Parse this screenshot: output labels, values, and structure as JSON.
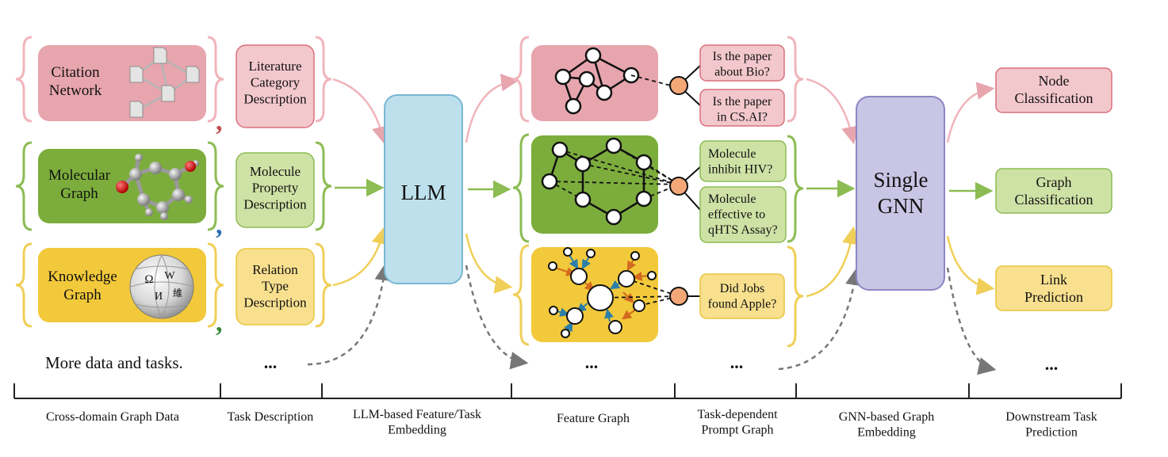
{
  "colors": {
    "pink_fill": "#e7a5ad",
    "pink_light": "#f3c8cd",
    "pink_stroke": "#d9707c",
    "green_fill": "#7cad3c",
    "green_light": "#cfe2a6",
    "green_stroke": "#8cbc53",
    "yellow_fill": "#f2c93a",
    "yellow_light": "#f8e08f",
    "yellow_stroke": "#e9c53a",
    "llm_fill": "#bde0ec",
    "llm_stroke": "#79b7d3",
    "gnn_fill": "#c9c5e4",
    "gnn_stroke": "#8d86c5",
    "prompt_node": "#f4a878",
    "arrow_gray": "#777777",
    "axis": "#222222"
  },
  "datasets": {
    "citation": "Citation\nNetwork",
    "molecular": "Molecular\nGraph",
    "knowledge": "Knowledge\nGraph",
    "more": "More data and tasks."
  },
  "task_descriptions": {
    "citation": "Literature\nCategory\nDescription",
    "molecular": "Molecule\nProperty\nDescription",
    "knowledge": "Relation\nType\nDescription",
    "ellipsis": "..."
  },
  "llm_label": "LLM",
  "feature_graph_ellipsis": "...",
  "prompts": {
    "cit_1": "Is the paper\nabout Bio?",
    "cit_2": "Is the paper\nin CS.AI?",
    "mol_1": "Molecule\ninhibit HIV?",
    "mol_2": "Molecule\neffective to\nqHTS Assay?",
    "kg_1": "Did Jobs\nfound Apple?",
    "ellipsis": "..."
  },
  "gnn_label": "Single\nGNN",
  "outputs": {
    "node": "Node\nClassification",
    "graph": "Graph\nClassification",
    "link": "Link\nPrediction",
    "ellipsis": "..."
  },
  "stages": [
    "Cross-domain Graph Data",
    "Task Description",
    "LLM-based Feature/Task\nEmbedding",
    "Feature Graph",
    "Task-dependent\nPrompt Graph",
    "GNN-based Graph\nEmbedding",
    "Downstream Task\nPrediction"
  ],
  "wiki_glyphs": [
    "Ω",
    "W",
    "И",
    "維"
  ]
}
